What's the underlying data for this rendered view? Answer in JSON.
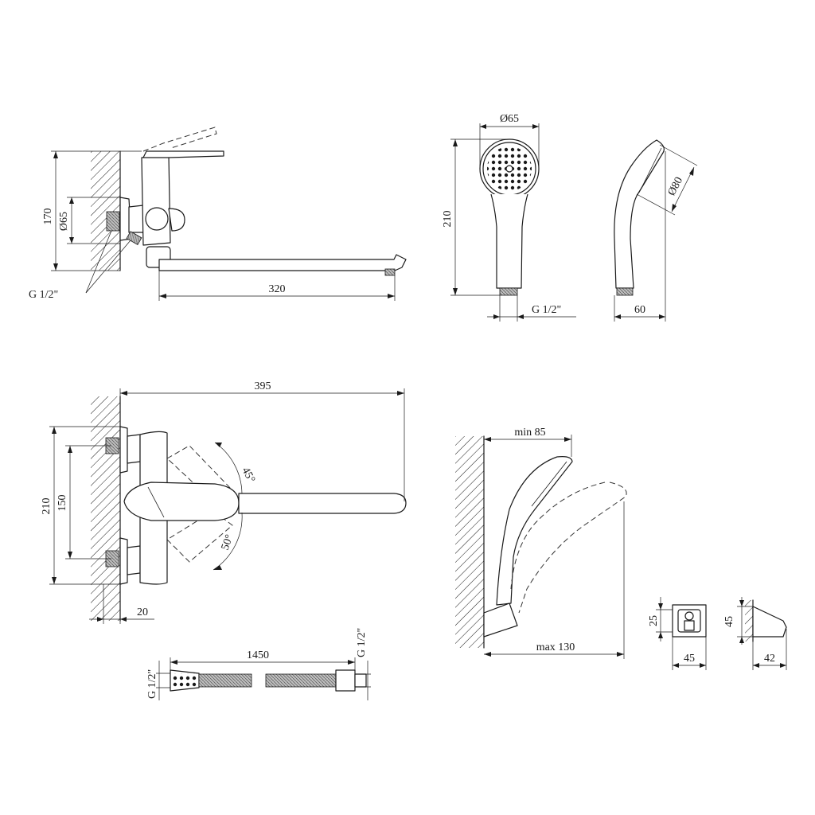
{
  "colors": {
    "line": "#1a1a1a",
    "background": "#ffffff"
  },
  "views": {
    "side_view": {
      "height_label": "170",
      "eccentric_label": "Ø65",
      "thread_label": "G 1/2\"",
      "spout_length_label": "320"
    },
    "hand_shower_front": {
      "diameter_label": "Ø65",
      "length_label": "210",
      "thread_label": "G 1/2\""
    },
    "hand_shower_side": {
      "diameter_label": "Ø80",
      "depth_label": "60"
    },
    "top_view": {
      "reach_label": "395",
      "height_label": "210",
      "centers_label": "150",
      "wall_label": "20",
      "angle_up_label": "45°",
      "angle_down_label": "50°"
    },
    "hose": {
      "length_label": "1450",
      "thread_left_label": "G 1/2\"",
      "thread_right_label": "G 1/2\""
    },
    "holder_view": {
      "min_label": "min 85",
      "max_label": "max 130"
    },
    "bracket_front": {
      "height_label": "25",
      "width_label": "45"
    },
    "bracket_side": {
      "height_label": "45",
      "depth_label": "42"
    }
  }
}
